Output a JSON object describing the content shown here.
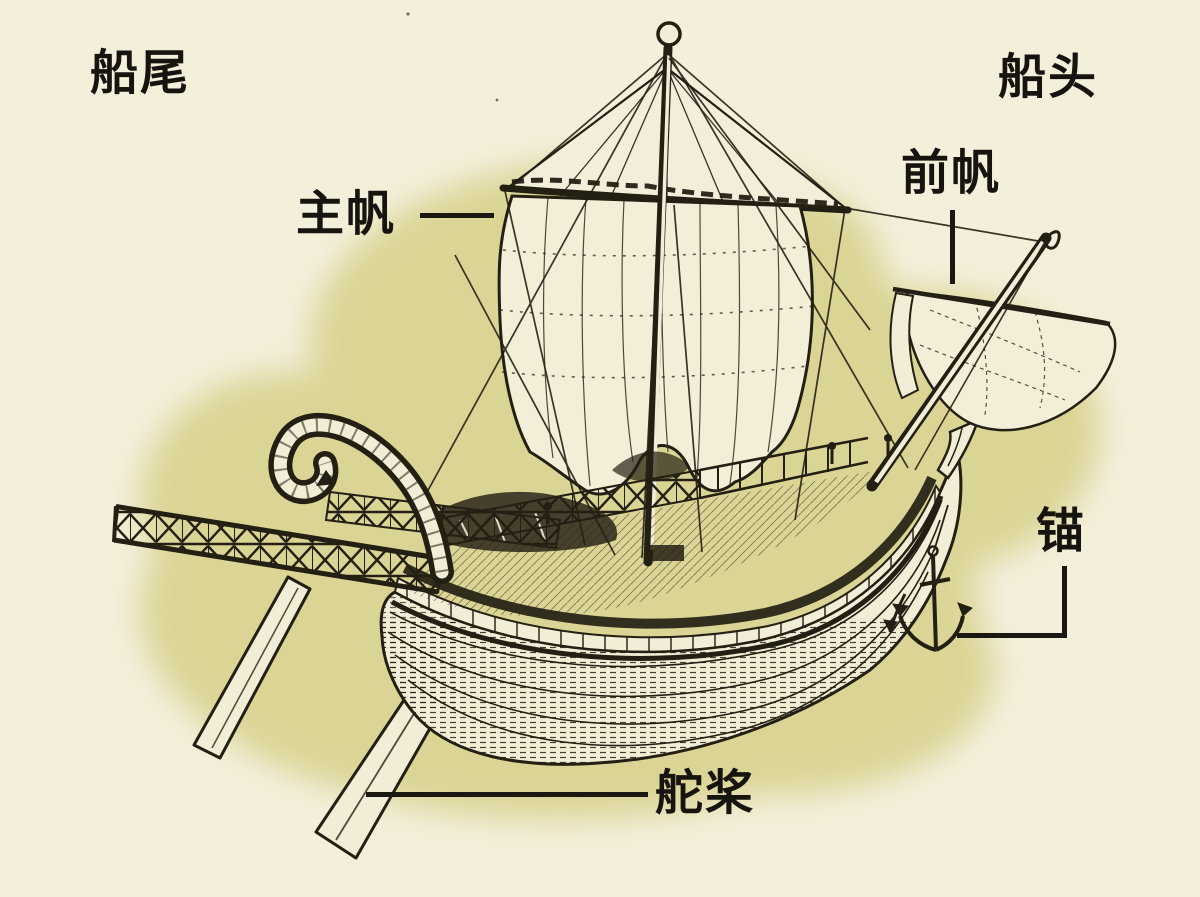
{
  "figure": {
    "background_color": "#f4efdb",
    "wash_color": "#d6d089",
    "ink_color": "#241f13",
    "label_color": "#17130e"
  },
  "labels": {
    "stern": "船尾",
    "bow": "船头",
    "mainsail": "主帆",
    "foresail": "前帆",
    "anchor": "锚",
    "steering_oar": "舵桨"
  },
  "illustration_parts": [
    "swan-neck-stern-ornament",
    "stern-lattice-gallery",
    "steering-oars",
    "hull",
    "main-mast-with-ball-finial",
    "main-yard",
    "triangular-topsail",
    "billowing-mainsail",
    "rigging-lines",
    "inclined-foremast-bowsprit",
    "foresail",
    "hanging-anchor",
    "deck-railings-and-figures"
  ]
}
